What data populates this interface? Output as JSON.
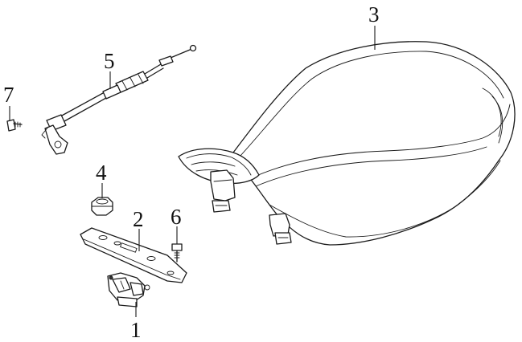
{
  "callouts": {
    "seat_latch": "1",
    "latch_plate": "2",
    "seat": "3",
    "nut": "4",
    "seat_cable": "5",
    "bolt": "6",
    "screw": "7"
  }
}
